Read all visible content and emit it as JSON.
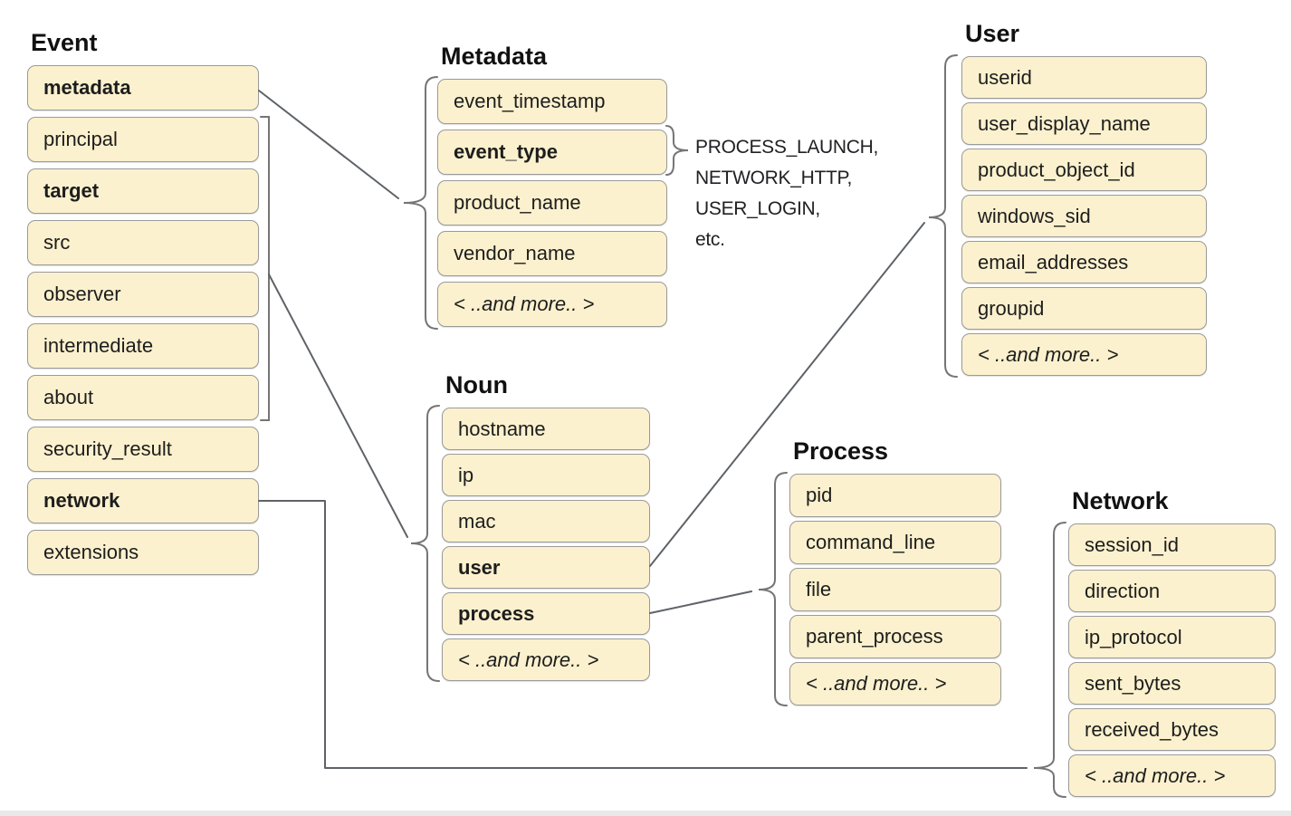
{
  "colors": {
    "box_fill": "#fcf1ce",
    "box_border": "#9a9a9a",
    "connector": "#5f6368",
    "brace": "#757575",
    "text": "#1d1d1d",
    "page_edge": "#e9e9e9"
  },
  "groups": [
    {
      "id": "event",
      "title": "Event",
      "fields": [
        {
          "label": "metadata",
          "bold": true
        },
        {
          "label": "principal"
        },
        {
          "label": "target",
          "bold": true
        },
        {
          "label": "src"
        },
        {
          "label": "observer"
        },
        {
          "label": "intermediate"
        },
        {
          "label": "about"
        },
        {
          "label": "security_result"
        },
        {
          "label": "network",
          "bold": true
        },
        {
          "label": "extensions"
        }
      ]
    },
    {
      "id": "metadata",
      "title": "Metadata",
      "fields": [
        {
          "label": "event_timestamp"
        },
        {
          "label": "event_type",
          "bold": true
        },
        {
          "label": "product_name"
        },
        {
          "label": "vendor_name"
        },
        {
          "label": "< ..and more.. >",
          "italic": true
        }
      ]
    },
    {
      "id": "user",
      "title": "User",
      "fields": [
        {
          "label": "userid"
        },
        {
          "label": "user_display_name"
        },
        {
          "label": "product_object_id"
        },
        {
          "label": "windows_sid"
        },
        {
          "label": "email_addresses"
        },
        {
          "label": "groupid"
        },
        {
          "label": "< ..and more.. >",
          "italic": true
        }
      ]
    },
    {
      "id": "noun",
      "title": "Noun",
      "fields": [
        {
          "label": "hostname"
        },
        {
          "label": "ip"
        },
        {
          "label": "mac"
        },
        {
          "label": "user",
          "bold": true
        },
        {
          "label": "process",
          "bold": true
        },
        {
          "label": "< ..and more.. >",
          "italic": true
        }
      ]
    },
    {
      "id": "process",
      "title": "Process",
      "fields": [
        {
          "label": "pid"
        },
        {
          "label": "command_line"
        },
        {
          "label": "file"
        },
        {
          "label": "parent_process"
        },
        {
          "label": "< ..and more.. >",
          "italic": true
        }
      ]
    },
    {
      "id": "network",
      "title": "Network",
      "fields": [
        {
          "label": "session_id"
        },
        {
          "label": "direction"
        },
        {
          "label": "ip_protocol"
        },
        {
          "label": "sent_bytes"
        },
        {
          "label": "received_bytes"
        },
        {
          "label": "< ..and more.. >",
          "italic": true
        }
      ]
    }
  ],
  "event_type_values": {
    "lines": [
      "PROCESS_LAUNCH,",
      "NETWORK_HTTP,",
      "USER_LOGIN,",
      "etc."
    ]
  },
  "connections": [
    {
      "from": "event.metadata",
      "to": "metadata-group"
    },
    {
      "from": "event.principal-through-about",
      "to": "noun-group"
    },
    {
      "from": "noun.user",
      "to": "user-group"
    },
    {
      "from": "noun.process",
      "to": "process-group"
    },
    {
      "from": "event.network",
      "to": "network-group"
    }
  ]
}
